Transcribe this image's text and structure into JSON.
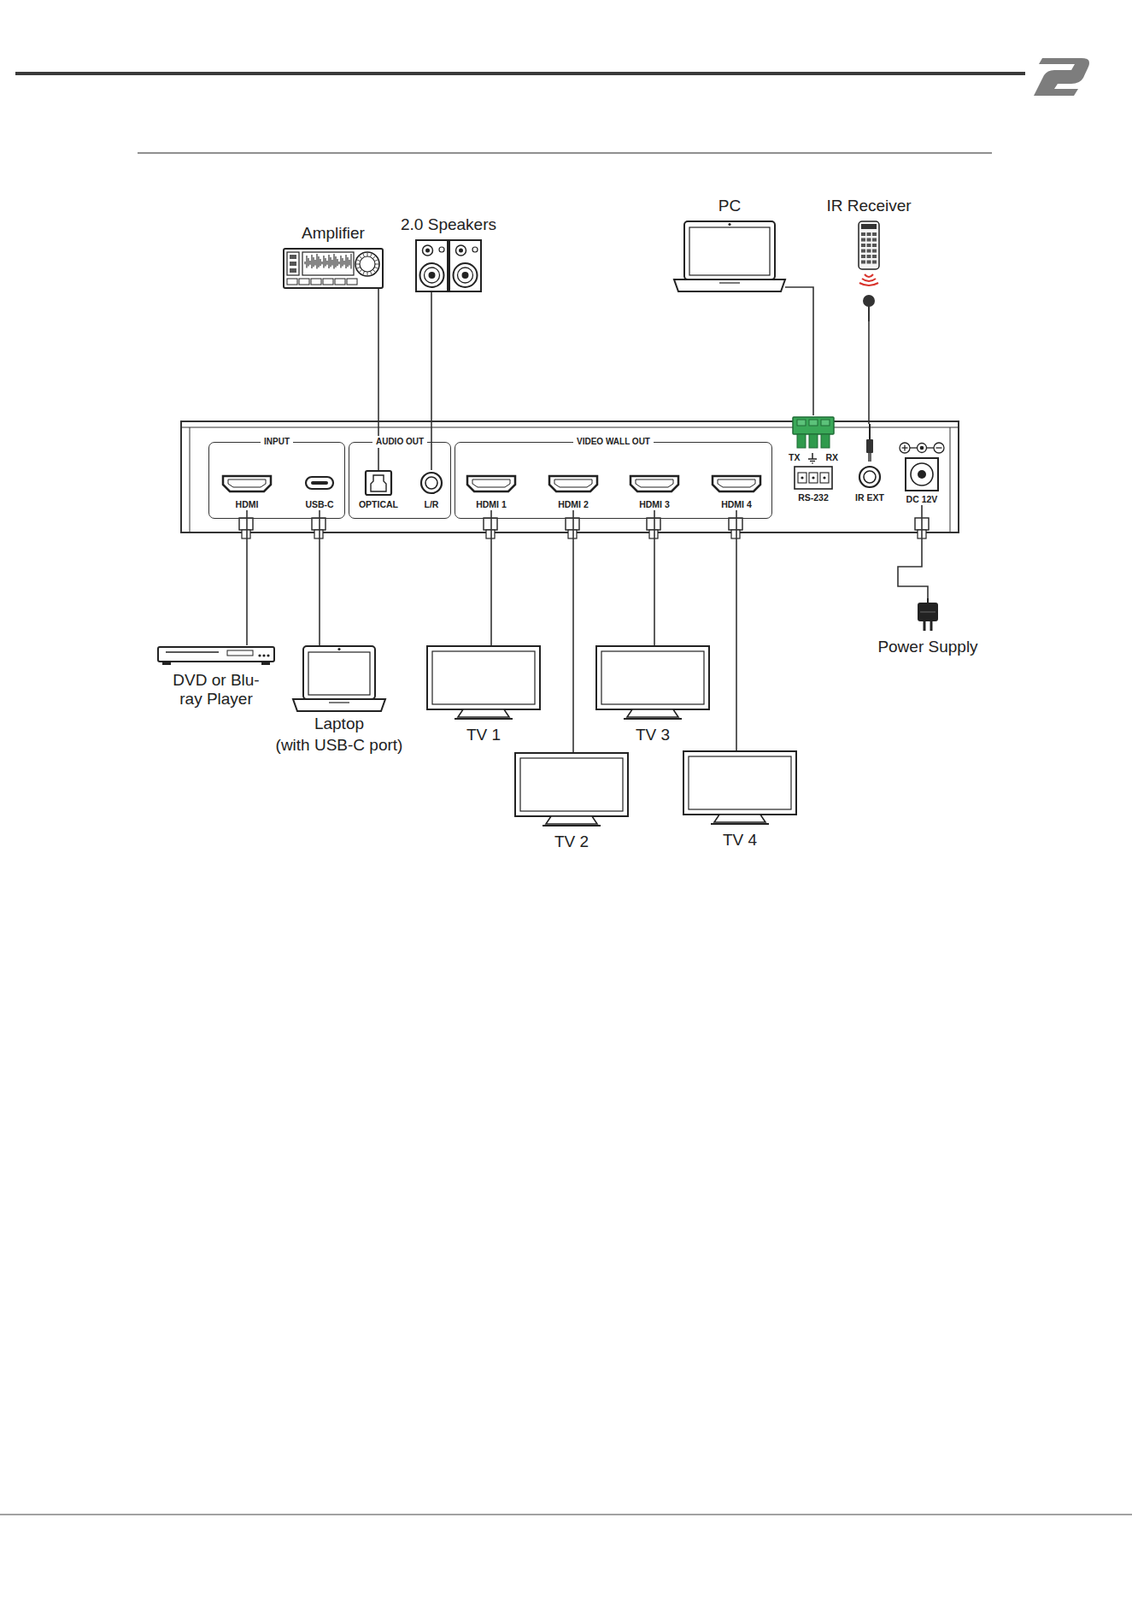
{
  "diagram": {
    "nodes": [
      {
        "text": [
          "Amplifier"
        ]
      },
      {
        "text": [
          "2.0 Speakers"
        ]
      },
      {
        "text": [
          "PC"
        ]
      },
      {
        "text": [
          "IR Receiver"
        ]
      },
      {
        "text": [
          "INPUT"
        ]
      },
      {
        "text": [
          "HDMI"
        ],
        "in": 4
      },
      {
        "text": [
          "USB-C"
        ],
        "in": 4
      },
      {
        "text": [
          "AUDIO OUT"
        ]
      },
      {
        "text": [
          "OPTICAL"
        ],
        "in": 7
      },
      {
        "text": [
          "L/R"
        ],
        "in": 7
      },
      {
        "text": [
          "VIDEO WALL OUT"
        ]
      },
      {
        "text": [
          "HDMI 1"
        ],
        "in": 10
      },
      {
        "text": [
          "HDMI 2"
        ],
        "in": 10
      },
      {
        "text": [
          "HDMI 3"
        ],
        "in": 10
      },
      {
        "text": [
          "HDMI 4"
        ],
        "in": 10
      },
      {
        "text": [
          "TX",
          "RX",
          "RS-232"
        ]
      },
      {
        "text": [
          "IR EXT"
        ]
      },
      {
        "text": [
          "DC 12V"
        ]
      },
      {
        "text": [
          "DVD or Blu-ray Player"
        ]
      },
      {
        "text": [
          "Laptop",
          "(with USB-C port)"
        ]
      },
      {
        "text": [
          "TV 1"
        ]
      },
      {
        "text": [
          "TV 2"
        ]
      },
      {
        "text": [
          "TV 3"
        ]
      },
      {
        "text": [
          "TV 4"
        ]
      },
      {
        "text": [
          "Power Supply"
        ]
      }
    ],
    "edges": [
      {
        "from": 0,
        "to": 8,
        "arrow": "none"
      },
      {
        "from": 1,
        "to": 9,
        "arrow": "none"
      },
      {
        "from": 2,
        "to": 15,
        "arrow": "none"
      },
      {
        "from": 3,
        "to": 16,
        "arrow": "none"
      },
      {
        "from": 5,
        "to": 18,
        "arrow": "none"
      },
      {
        "from": 6,
        "to": 19,
        "arrow": "none"
      },
      {
        "from": 11,
        "to": 20,
        "arrow": "none"
      },
      {
        "from": 12,
        "to": 21,
        "arrow": "none"
      },
      {
        "from": 13,
        "to": 22,
        "arrow": "none"
      },
      {
        "from": 14,
        "to": 23,
        "arrow": "none"
      },
      {
        "from": 17,
        "to": 24,
        "arrow": "none"
      }
    ]
  }
}
